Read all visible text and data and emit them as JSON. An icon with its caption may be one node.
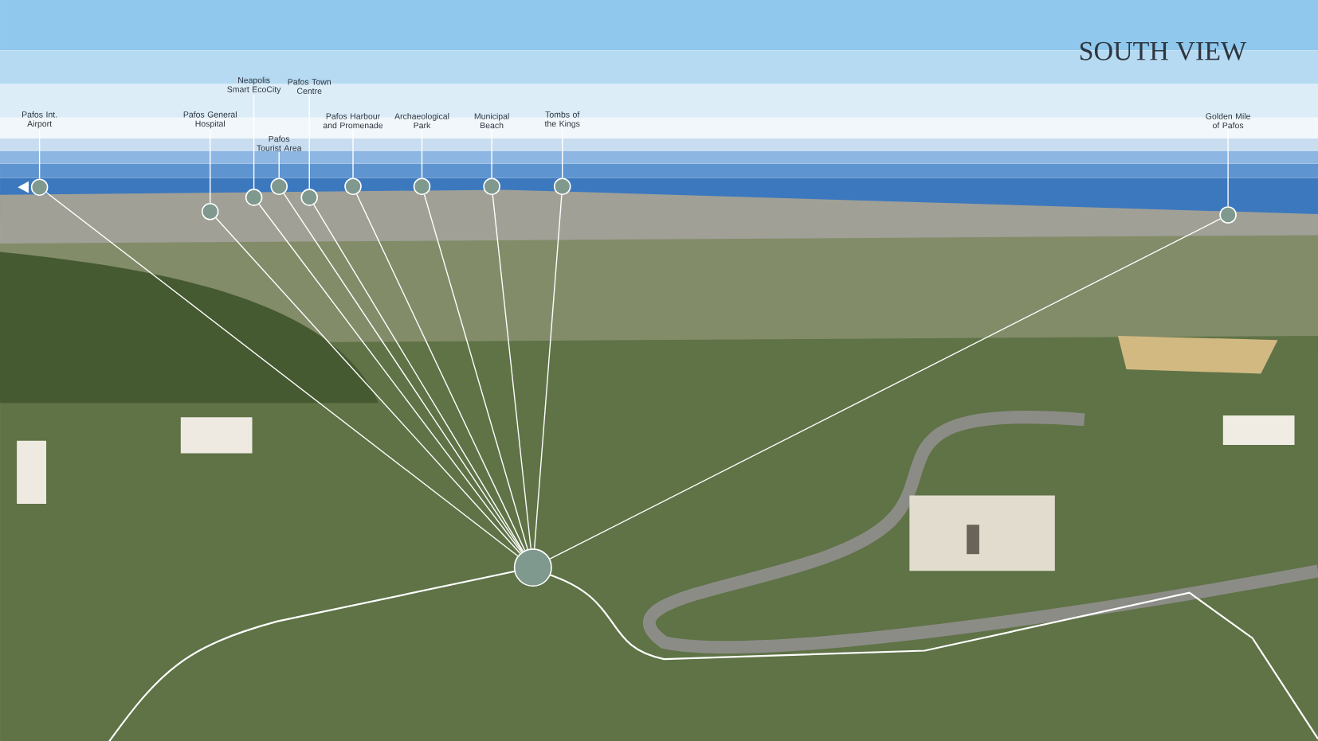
{
  "diagram": {
    "title": "SOUTH VIEW",
    "nodes": [
      {
        "text": [
          "Pafos Int. Airport"
        ]
      },
      {
        "text": [
          "Pafos General Hospital"
        ]
      },
      {
        "text": [
          "Neapolis Smart EcoCity"
        ]
      },
      {
        "text": [
          "Pafos Tourist Area"
        ]
      },
      {
        "text": [
          "Pafos Town Centre"
        ]
      },
      {
        "text": [
          "Pafos Harbour and Promenade"
        ]
      },
      {
        "text": [
          "Archaeological Park"
        ]
      },
      {
        "text": [
          "Municipal Beach"
        ]
      },
      {
        "text": [
          "Tombs of the Kings"
        ]
      },
      {
        "text": [
          "Golden Mile of Pafos"
        ]
      },
      {
        "text": [],
        "shape": "circle"
      },
      {
        "text": [],
        "shape": "circle"
      },
      {
        "text": [],
        "shape": "circle"
      },
      {
        "text": [],
        "shape": "circle"
      },
      {
        "text": [],
        "shape": "circle"
      },
      {
        "text": [],
        "shape": "circle"
      },
      {
        "text": [],
        "shape": "circle"
      },
      {
        "text": [],
        "shape": "circle"
      },
      {
        "text": [],
        "shape": "circle"
      },
      {
        "text": [],
        "shape": "circle"
      },
      {
        "text": [],
        "shape": "circle"
      }
    ],
    "edges": [
      {
        "from": 0,
        "to": 10,
        "arrow": "none"
      },
      {
        "from": 1,
        "to": 11,
        "arrow": "none"
      },
      {
        "from": 2,
        "to": 12,
        "arrow": "none"
      },
      {
        "from": 3,
        "to": 13,
        "arrow": "none"
      },
      {
        "from": 4,
        "to": 14,
        "arrow": "none"
      },
      {
        "from": 5,
        "to": 15,
        "arrow": "none"
      },
      {
        "from": 6,
        "to": 16,
        "arrow": "none"
      },
      {
        "from": 7,
        "to": 17,
        "arrow": "none"
      },
      {
        "from": 8,
        "to": 18,
        "arrow": "none"
      },
      {
        "from": 9,
        "to": 19,
        "arrow": "none"
      },
      {
        "from": 20,
        "to": 10,
        "arrow": "none"
      },
      {
        "from": 20,
        "to": 11,
        "arrow": "none"
      },
      {
        "from": 20,
        "to": 12,
        "arrow": "none"
      },
      {
        "from": 20,
        "to": 13,
        "arrow": "none"
      },
      {
        "from": 20,
        "to": 14,
        "arrow": "none"
      },
      {
        "from": 20,
        "to": 15,
        "arrow": "none"
      },
      {
        "from": 20,
        "to": 16,
        "arrow": "none"
      },
      {
        "from": 20,
        "to": 17,
        "arrow": "none"
      },
      {
        "from": 20,
        "to": 18,
        "arrow": "none"
      },
      {
        "from": 20,
        "to": 19,
        "arrow": "none"
      }
    ]
  }
}
